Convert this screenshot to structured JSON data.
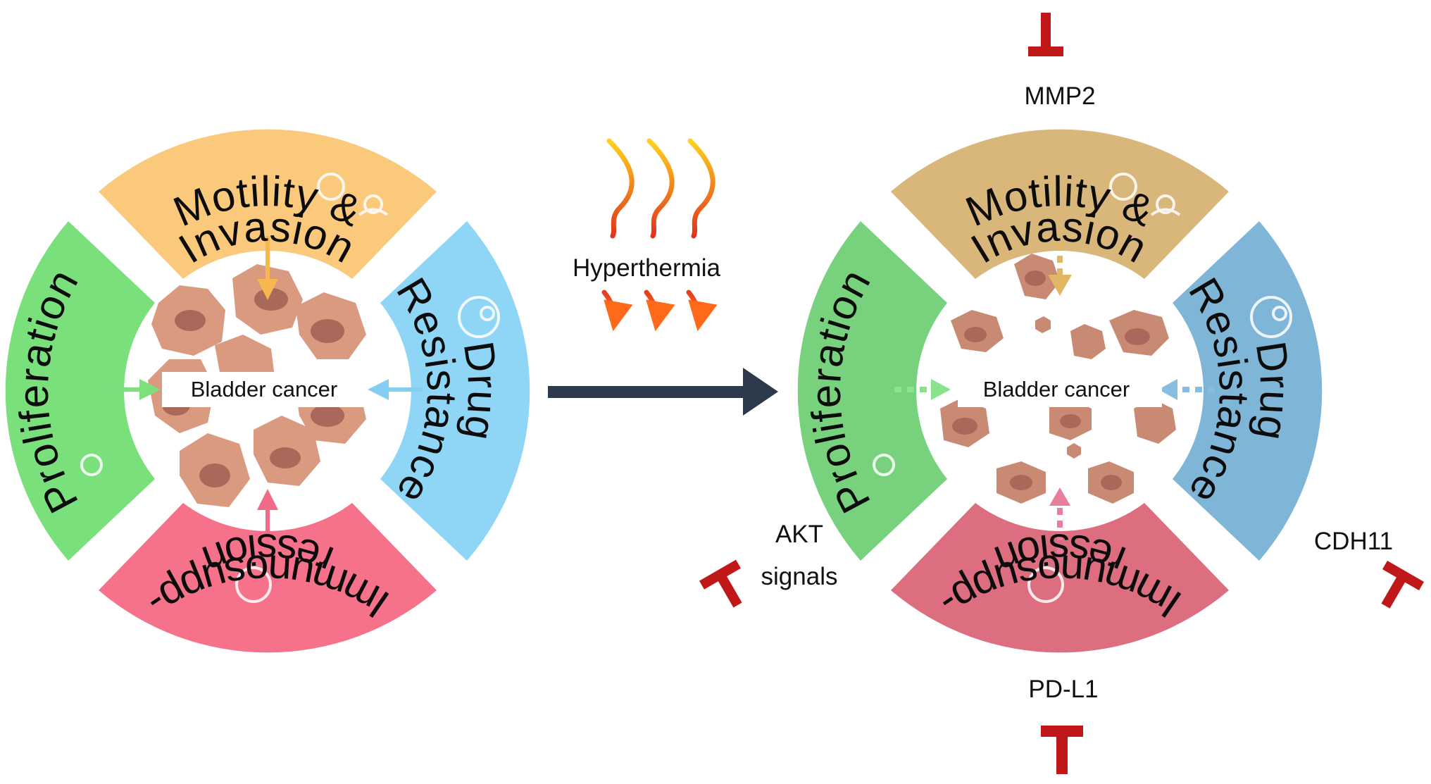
{
  "left_panel": {
    "center_label": "Bladder cancer",
    "sectors": {
      "top_line1": "Motility &",
      "top_line2": "Invasion",
      "right_line1": "Drug",
      "right_line2": "Resistance",
      "bottom_line1": "Immunosupp-",
      "bottom_line2": "ression",
      "left_line1": "Proliferation"
    }
  },
  "middle": {
    "treatment_label": "Hyperthermia"
  },
  "right_panel": {
    "center_label": "Bladder cancer",
    "sectors": {
      "top_line1": "Motility &",
      "top_line2": "Invasion",
      "right_line1": "Drug",
      "right_line2": "Resistance",
      "bottom_line1": "Immunosupp-",
      "bottom_line2": "ression",
      "left_line1": "Proliferation"
    },
    "targets": {
      "top": "MMP2",
      "left_line1": "AKT",
      "left_line2": "signals",
      "right": "CDH11",
      "bottom": "PD-L1"
    }
  },
  "colors": {
    "left_top": "#fbc97c",
    "left_right": "#8fd5f6",
    "left_bottom": "#f6728a",
    "left_left": "#79e07c",
    "right_top": "#d9b679",
    "right_right": "#7fb6d8",
    "right_bottom": "#dc6e80",
    "right_left": "#78d27d",
    "cell": "#d99a80",
    "nucleus": "#a8695a",
    "inhibit": "#c01818",
    "main_arrow": "#2c3a4c"
  }
}
